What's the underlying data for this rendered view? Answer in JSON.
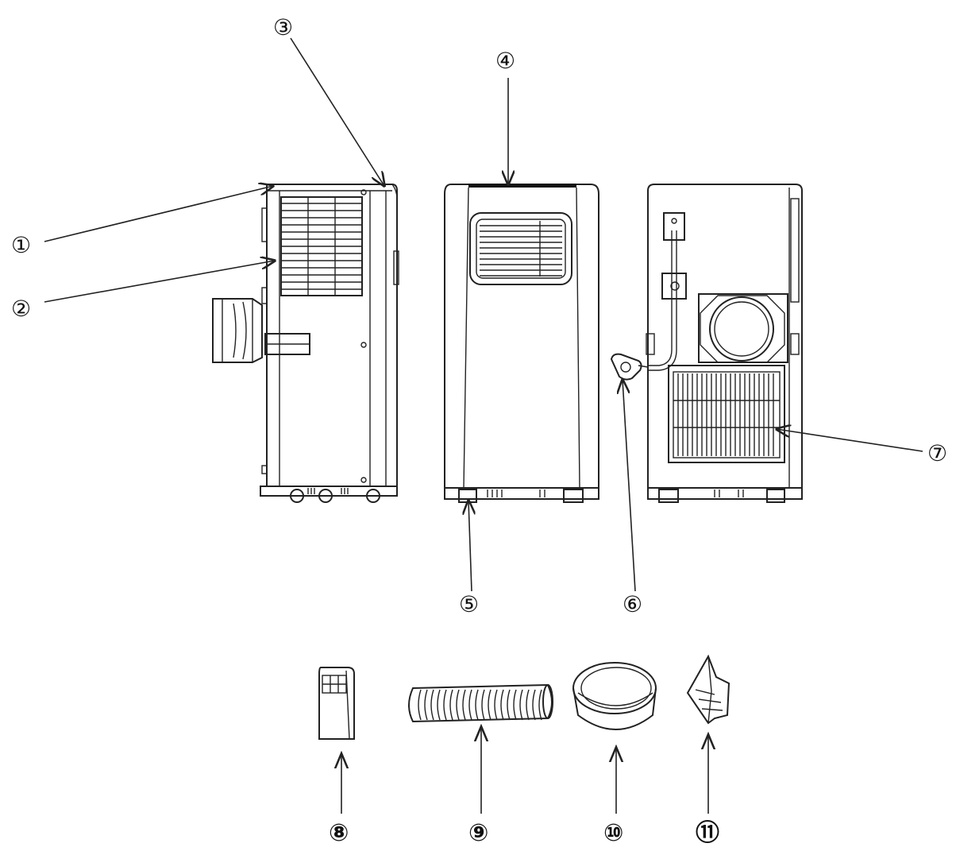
{
  "callouts": {
    "c1": "①",
    "c2": "②",
    "c3": "③",
    "c4": "④",
    "c5": "⑤",
    "c6": "⑥",
    "c7": "⑦",
    "c8": "⑧",
    "c9": "⑨",
    "c10": "⑩",
    "c11": "⑪"
  },
  "views": [
    "side-view",
    "front-view",
    "rear-view"
  ],
  "accessories": [
    "remote-control",
    "exhaust-hose",
    "hose-adapter",
    "window-adapter"
  ],
  "colors": {
    "line": "#222222",
    "background": "#ffffff"
  }
}
